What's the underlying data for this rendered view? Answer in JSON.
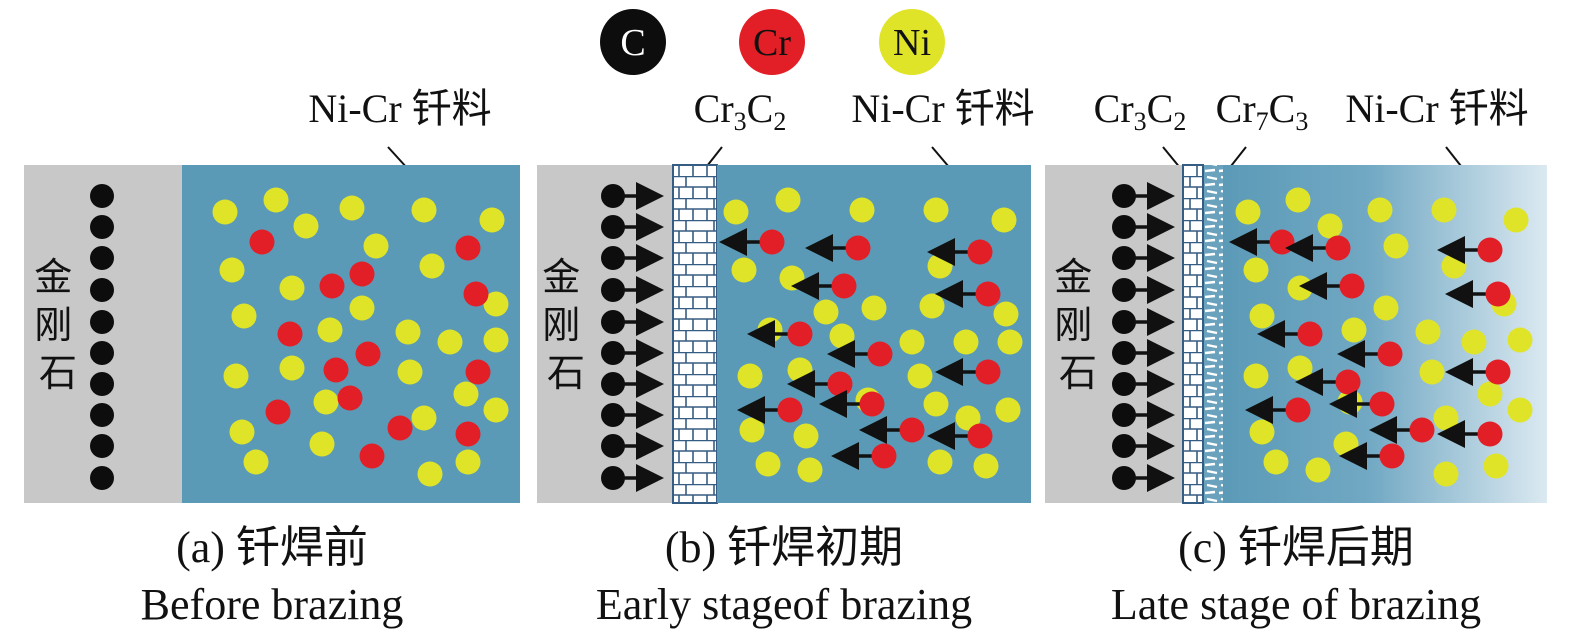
{
  "legend": [
    {
      "label": "C",
      "color": "#0d0d0d",
      "text_color": "#ffffff"
    },
    {
      "label": "Cr",
      "color": "#e21f26",
      "text_color": "#111111"
    },
    {
      "label": "Ni",
      "color": "#e0e428",
      "text_color": "#111111"
    }
  ],
  "colors": {
    "diamond": "#c8c8c8",
    "filler": "#5b9ab7",
    "filler_light": "#dbe9f1",
    "carbon": "#0d0d0d",
    "chromium": "#e21f26",
    "nickel": "#e0e428"
  },
  "diamond_label": "金刚石",
  "panels": [
    {
      "id": "a",
      "labels": [
        "Ni-Cr 钎料"
      ],
      "caption_cn": "(a) 钎焊前",
      "caption_en": "Before brazing"
    },
    {
      "id": "b",
      "labels": [
        "Cr3C2",
        "Ni-Cr 钎料"
      ],
      "caption_cn": "(b) 钎焊初期",
      "caption_en": "Early stageof brazing"
    },
    {
      "id": "c",
      "labels": [
        "Cr3C2",
        "Cr7C3",
        "Ni-Cr 钎料"
      ],
      "caption_cn": "(c) 钎焊后期",
      "caption_en": "Late stage of brazing"
    }
  ]
}
